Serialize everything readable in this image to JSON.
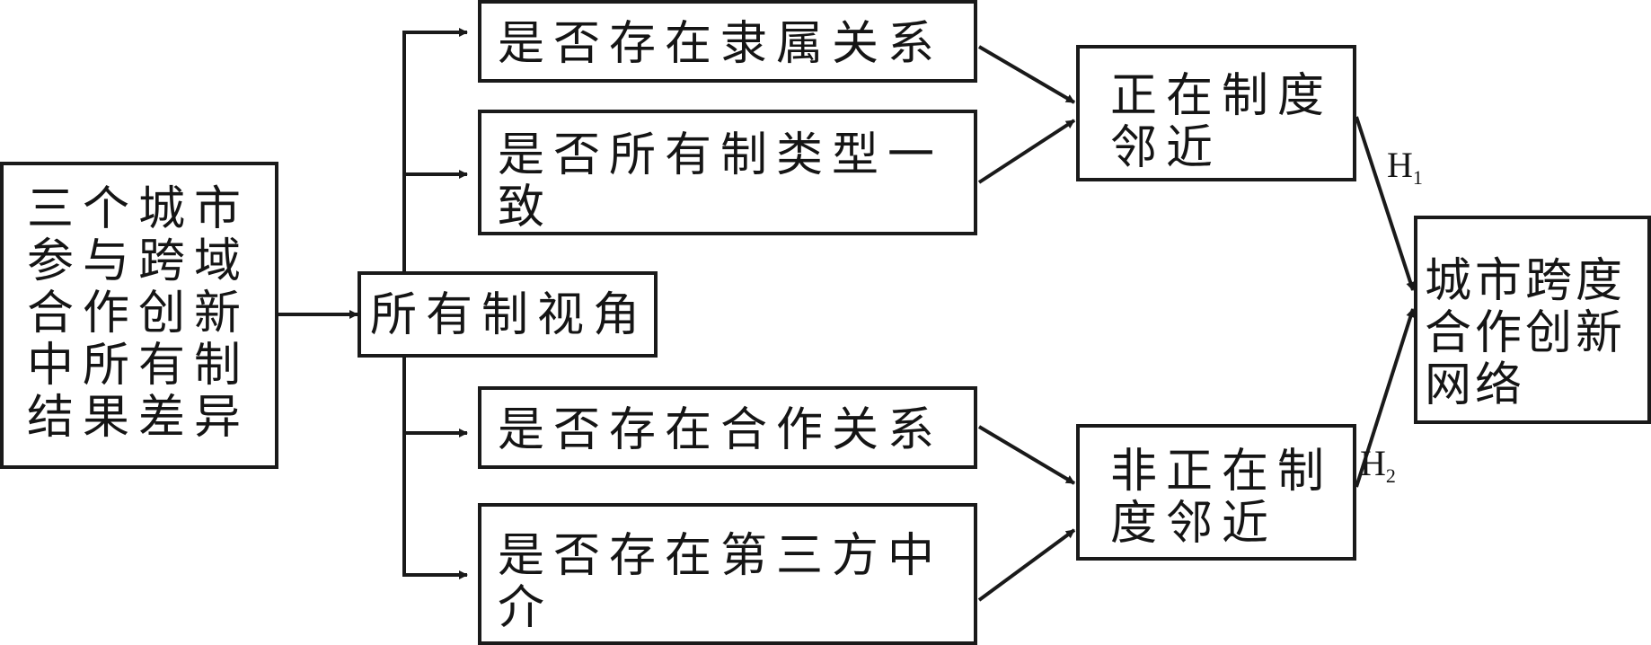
{
  "diagram": {
    "nodes": {
      "source": "三个城市参与跨域合作创新中所有制结果差异",
      "perspective": "所有制视角",
      "subordination": "是否存在隶属关系",
      "ownership_type": "是否所有制类型一致",
      "cooperation": "是否存在合作关系",
      "third_party": "是否存在第三方中介",
      "formal_proximity": "正在制度邻近",
      "informal_proximity": "非正在制度邻近",
      "network": "城市跨度合作创新网络"
    },
    "hypotheses": {
      "h1": {
        "letter": "H",
        "index": "1"
      },
      "h2": {
        "letter": "H",
        "index": "2"
      }
    },
    "colors": {
      "line": "#1a1a1a",
      "text": "#151515",
      "background": "#ffffff"
    }
  }
}
